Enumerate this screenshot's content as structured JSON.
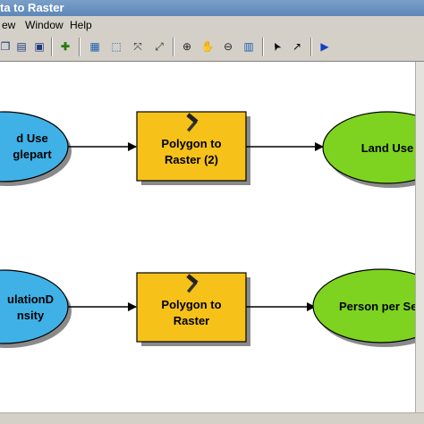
{
  "window": {
    "title": "ta to Raster"
  },
  "menu": {
    "items": [
      "ew",
      "Window",
      "Help"
    ]
  },
  "toolbar": {
    "buttons": [
      {
        "name": "copy-icon",
        "glyph": "❐"
      },
      {
        "name": "paste-icon",
        "glyph": "▤"
      },
      {
        "name": "open-icon",
        "glyph": "▣"
      },
      {
        "name": "add-data-icon",
        "glyph": "✚"
      },
      {
        "name": "layout-icon",
        "glyph": "▦"
      },
      {
        "name": "select-all-icon",
        "glyph": "⬚"
      },
      {
        "name": "full-extent-icon",
        "glyph": "⤧"
      },
      {
        "name": "fit-icon",
        "glyph": "⤢"
      },
      {
        "name": "zoom-in-icon",
        "glyph": "⊕"
      },
      {
        "name": "pan-hand-icon",
        "glyph": "✋"
      },
      {
        "name": "zoom-out-icon",
        "glyph": "⊖"
      },
      {
        "name": "overview-icon",
        "glyph": "▥"
      },
      {
        "name": "select-pointer-icon",
        "glyph": "➤"
      },
      {
        "name": "connect-icon",
        "glyph": "↗"
      },
      {
        "name": "run-icon",
        "glyph": "▶"
      }
    ]
  },
  "model": {
    "row1": {
      "input": {
        "line1": "d Use",
        "line2": "glepart"
      },
      "tool": {
        "line1": "Polygon to",
        "line2": "Raster (2)"
      },
      "output": {
        "line1": "Land Use"
      }
    },
    "row2": {
      "input": {
        "line1": "ulationD",
        "line2": "nsity"
      },
      "tool": {
        "line1": "Polygon to",
        "line2": "Raster"
      },
      "output": {
        "line1": "Person per Se"
      }
    }
  },
  "colors": {
    "input_fill": "#3fb1e6",
    "tool_fill": "#f6c21a",
    "output_fill": "#7ed321"
  }
}
